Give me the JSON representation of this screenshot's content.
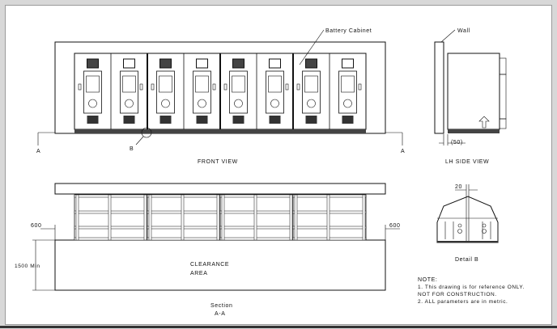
{
  "labels": {
    "battery_cabinet": "Battery Cabinet",
    "wall": "Wall",
    "section_marker_left": "A",
    "section_marker_right": "A",
    "detail_marker": "B",
    "front_view": "FRONT VIEW",
    "lh_side_view": "LH SIDE VIEW",
    "side_offset": "(50)",
    "clearance_left": "600",
    "clearance_right": "600",
    "clearance_depth": "1500 Min",
    "clearance_area_line1": "CLEARANCE",
    "clearance_area_line2": "AREA",
    "section_title_line1": "Section",
    "section_title_line2": "A-A",
    "detail_dim": "20",
    "detail_title": "Detail B"
  },
  "note": {
    "title": "NOTE:",
    "line1": "1. This drawing is for reference ONLY.",
    "line2": "NOT FOR CONSTRUCTION.",
    "line3": "2. ALL parameters are in metric."
  },
  "cabinet_count": 8
}
